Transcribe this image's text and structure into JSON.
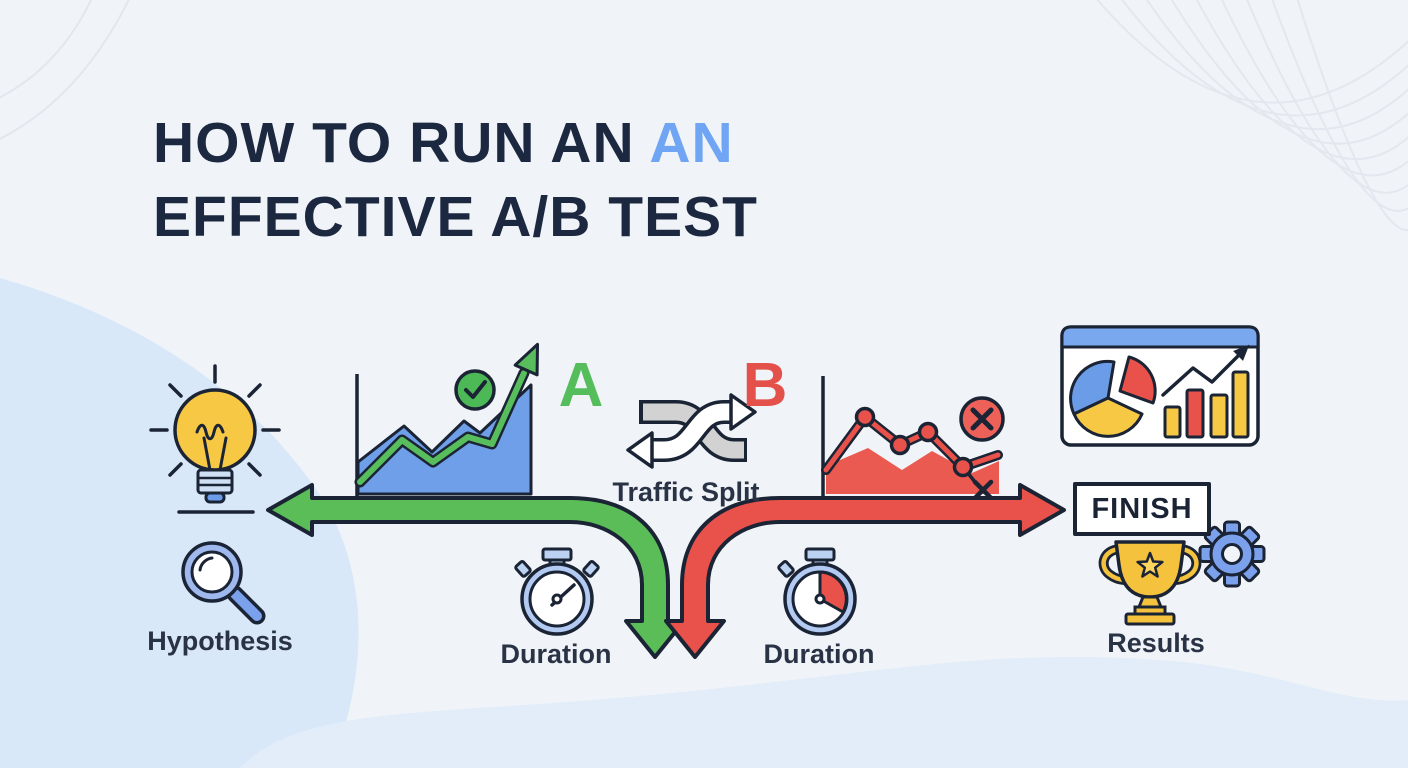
{
  "title": {
    "line1_prefix": "HOW TO RUN AN ",
    "line1_accent": "AN",
    "line2": "EFFECTIVE A/B TEST"
  },
  "flow": {
    "hypothesis_label": "Hypothesis",
    "variant_a_letter": "A",
    "variant_b_letter": "B",
    "traffic_split_label": "Traffic Split",
    "duration_a_label": "Duration",
    "duration_b_label": "Duration",
    "finish_label": "FINISH",
    "results_label": "Results"
  },
  "icons": {
    "hypothesis": "lightbulb-icon + magnifier-icon",
    "variant_a": "rising-area-chart-icon + check-circle-icon + up-arrow",
    "traffic_split": "shuffle-arrows-icon",
    "variant_b": "falling-line-chart-icon + x-circle-icon",
    "duration": "stopwatch-icon",
    "results": "dashboard-icon + trophy-icon + gear-icon"
  },
  "colors": {
    "background": "#f0f4f8",
    "blob_blue": "#d8e8f8",
    "title_navy": "#1c2740",
    "accent_blue": "#6fa5f2",
    "variant_a_green": "#56bd5c",
    "variant_b_red": "#e8524b",
    "chart_fill_blue": "#6f9fe8",
    "chart_yellow": "#f7c844",
    "outline_navy": "#1b2435"
  }
}
